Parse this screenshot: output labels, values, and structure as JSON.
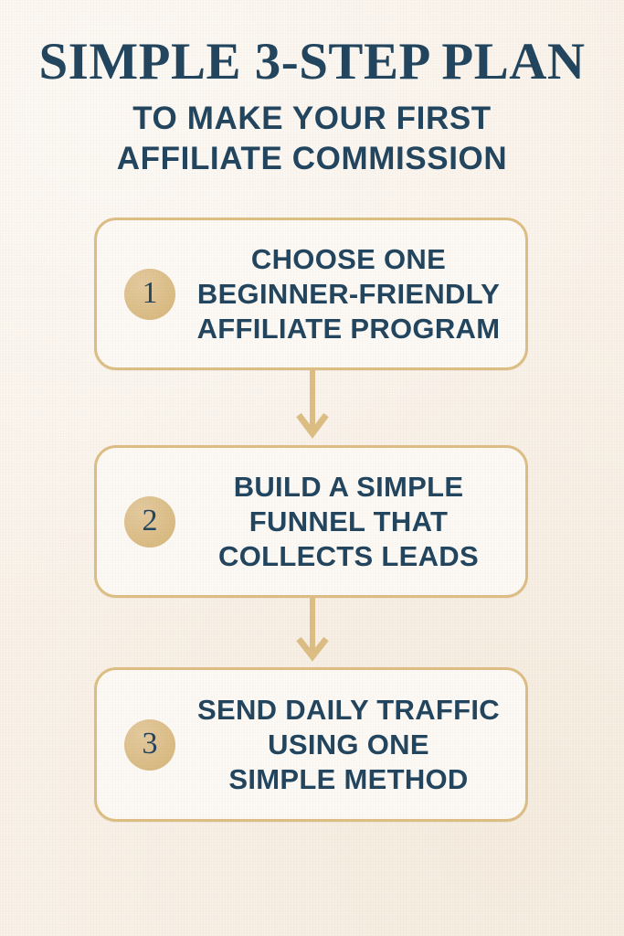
{
  "poster": {
    "title": "SIMPLE 3-STEP PLAN",
    "subtitle_line_1": "TO MAKE YOUR FIRST",
    "subtitle_line_2": "AFFILIATE COMMISSION",
    "colors": {
      "background": "#faf3ea",
      "card_fill": "#fdfaf6",
      "navy_text": "#22455f",
      "gold_accent": "#ddbf86",
      "gold_circle": "#ddc08c"
    }
  },
  "steps": [
    {
      "number": "1",
      "line_1": "CHOOSE ONE",
      "line_2": "BEGINNER-FRIENDLY",
      "line_3": "AFFILIATE PROGRAM"
    },
    {
      "number": "2",
      "line_1": "BUILD A SIMPLE",
      "line_2": "FUNNEL THAT",
      "line_3": "COLLECTS LEADS"
    },
    {
      "number": "3",
      "line_1": "SEND DAILY TRAFFIC",
      "line_2": "USING ONE",
      "line_3": "SIMPLE METHOD"
    }
  ],
  "connectors": [
    {
      "icon": "down-arrow-icon",
      "from_step": "1",
      "to_step": "2"
    },
    {
      "icon": "down-arrow-icon",
      "from_step": "2",
      "to_step": "3"
    }
  ]
}
